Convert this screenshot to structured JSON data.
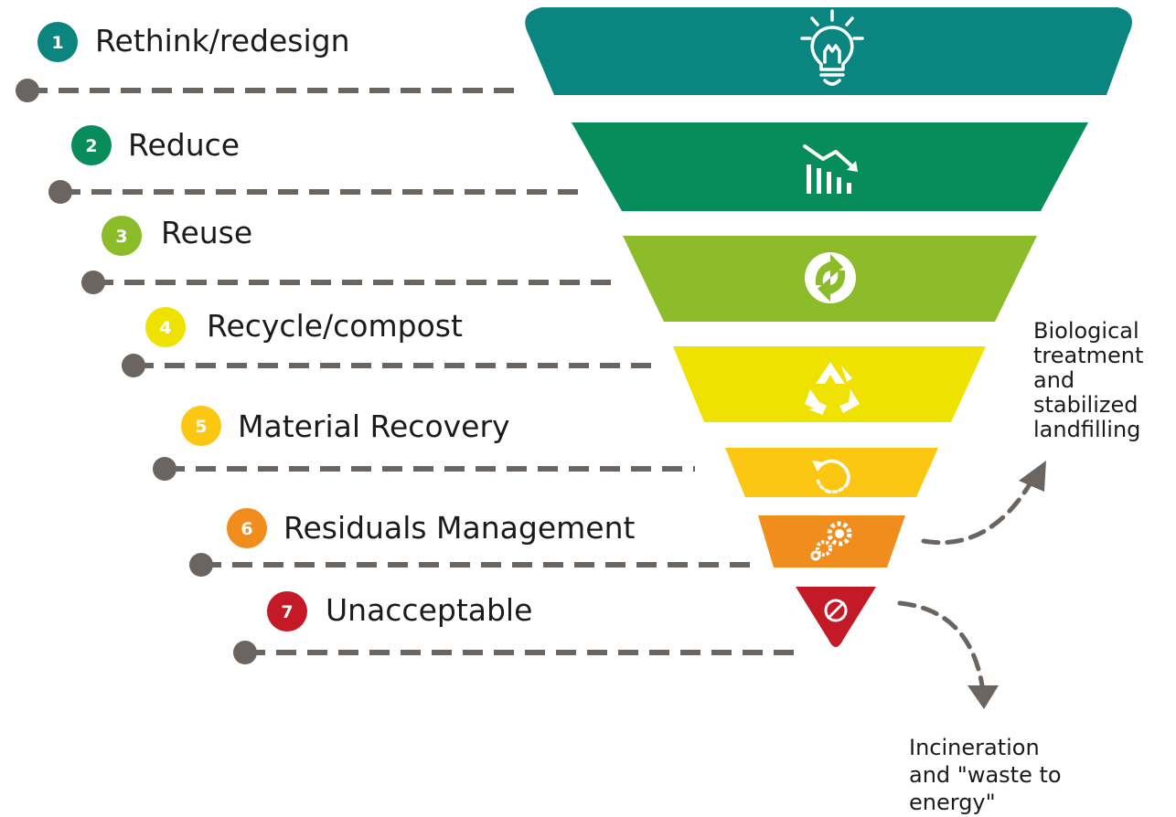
{
  "levels": [
    {
      "num": "1",
      "label": "Rethink/redesign",
      "color": "#0b8580",
      "icon": "lightbulb-icon"
    },
    {
      "num": "2",
      "label": "Reduce",
      "color": "#078d5b",
      "icon": "declining-bar-chart-icon"
    },
    {
      "num": "3",
      "label": "Reuse",
      "color": "#8dbc2a",
      "icon": "reuse-cycle-icon"
    },
    {
      "num": "4",
      "label": "Recycle/compost",
      "color": "#efe200",
      "icon": "recycle-icon"
    },
    {
      "num": "5",
      "label": "Material Recovery",
      "color": "#fcc713",
      "icon": "recovery-arrow-icon"
    },
    {
      "num": "6",
      "label": "Residuals Management",
      "color": "#f18d1c",
      "icon": "gears-icon"
    },
    {
      "num": "7",
      "label": "Unacceptable",
      "color": "#c41a28",
      "icon": "prohibited-icon"
    }
  ],
  "notes": {
    "biological": [
      "Biological",
      "treatment",
      "and",
      "stabilized",
      "landfilling"
    ],
    "incineration": [
      "Incineration",
      "and \"waste to",
      "energy\""
    ]
  },
  "connector_color": "#6b6562"
}
